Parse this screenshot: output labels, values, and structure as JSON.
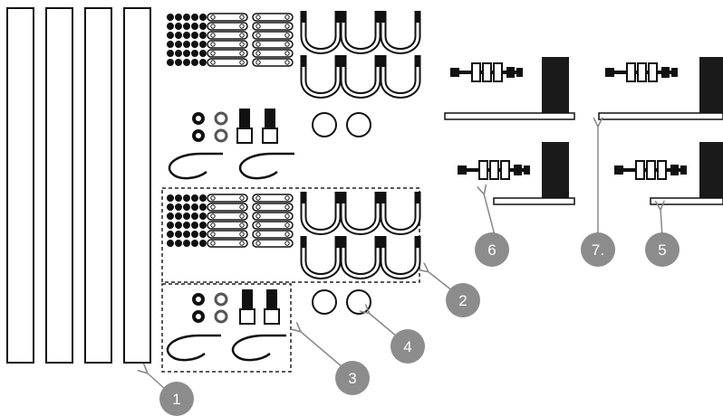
{
  "callouts": [
    {
      "id": "1",
      "label": "1"
    },
    {
      "id": "2",
      "label": "2"
    },
    {
      "id": "3",
      "label": "3"
    },
    {
      "id": "4",
      "label": "4"
    },
    {
      "id": "5",
      "label": "5"
    },
    {
      "id": "6",
      "label": "6"
    },
    {
      "id": "7",
      "label": "7."
    }
  ],
  "colors": {
    "part_stroke": "#111111",
    "part_dark": "#1a1a1a",
    "callout_fill": "#8c8c8c",
    "callout_text": "#ffffff",
    "leader_line": "#888888",
    "background": "#ffffff"
  }
}
